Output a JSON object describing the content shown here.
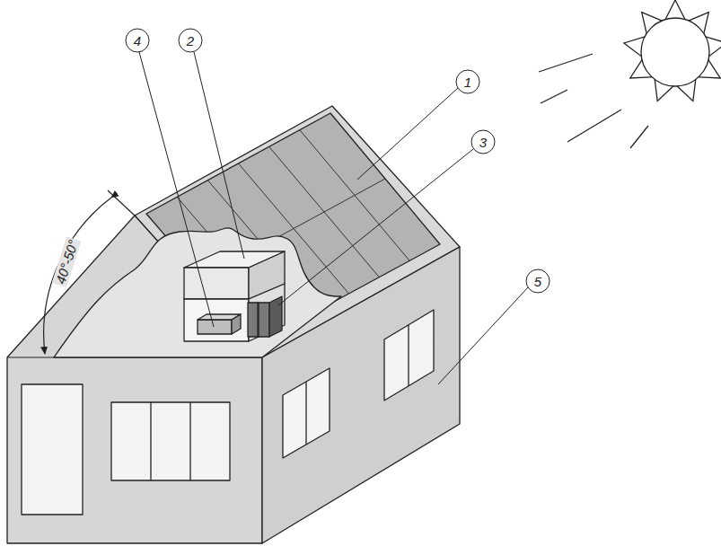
{
  "diagram": {
    "labels": [
      "4",
      "2",
      "1",
      "3",
      "5",
      "40°-50°"
    ]
  }
}
